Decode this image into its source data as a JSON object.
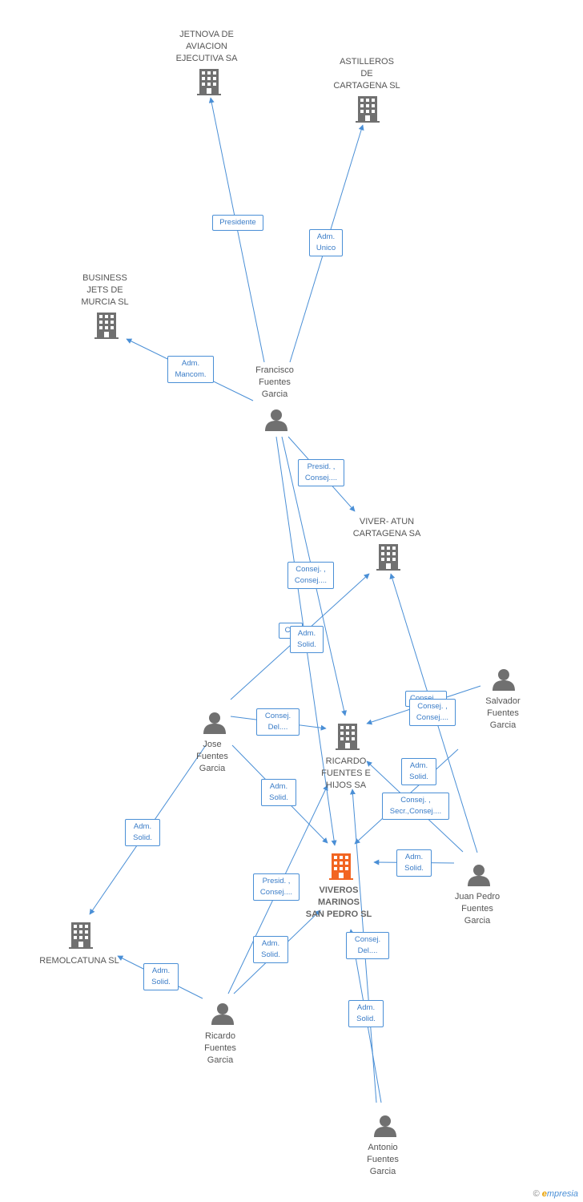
{
  "colors": {
    "edge": "#4a8fd6",
    "icon": "#707070",
    "main_icon": "#f26522"
  },
  "nodes": [
    {
      "id": "jetnova",
      "kind": "company",
      "label": "JETNOVA DE\nAVIACION\nEJECUTIVA SA"
    },
    {
      "id": "astilleros",
      "kind": "company",
      "label": "ASTILLEROS\nDE\nCARTAGENA SL"
    },
    {
      "id": "business",
      "kind": "company",
      "label": "BUSINESS\nJETS DE\nMURCIA SL"
    },
    {
      "id": "francisco",
      "kind": "person",
      "label": "Francisco\nFuentes\nGarcia"
    },
    {
      "id": "viveratun",
      "kind": "company",
      "label": "VIVER- ATUN\nCARTAGENA SA"
    },
    {
      "id": "salvador",
      "kind": "person",
      "label": "Salvador\nFuentes\nGarcia"
    },
    {
      "id": "jose",
      "kind": "person",
      "label": "Jose\nFuentes\nGarcia"
    },
    {
      "id": "ricardofh",
      "kind": "company",
      "label": "RICARDO\nFUENTES E\nHIJOS SA"
    },
    {
      "id": "viveros",
      "kind": "main",
      "label": "VIVEROS\nMARINOS\nSAN PEDRO SL"
    },
    {
      "id": "juanpedro",
      "kind": "person",
      "label": "Juan Pedro\nFuentes\nGarcia"
    },
    {
      "id": "remolcatuna",
      "kind": "company",
      "label": "REMOLCATUNA SL"
    },
    {
      "id": "ricardo",
      "kind": "person",
      "label": "Ricardo\nFuentes\nGarcia"
    },
    {
      "id": "antonio",
      "kind": "person",
      "label": "Antonio\nFuentes\nGarcia"
    }
  ],
  "edge_labels": [
    {
      "id": "e1",
      "text": "Presidente"
    },
    {
      "id": "e2",
      "text": "Adm.\nUnico"
    },
    {
      "id": "e3",
      "text": "Adm.\nMancom."
    },
    {
      "id": "e4",
      "text": "Presid. ,\nConsej...."
    },
    {
      "id": "e5",
      "text": "Consej. ,\nConsej...."
    },
    {
      "id": "e6",
      "text": "C..."
    },
    {
      "id": "e7",
      "text": "Adm.\nSolid."
    },
    {
      "id": "e8",
      "text": "Consej...."
    },
    {
      "id": "e9",
      "text": "Consej. ,\nConsej...."
    },
    {
      "id": "e10",
      "text": "Consej.\nDel...."
    },
    {
      "id": "e11",
      "text": "Adm.\nSolid."
    },
    {
      "id": "e12",
      "text": "Adm.\nSolid."
    },
    {
      "id": "e13",
      "text": "Consej. ,\nSecr.,Consej...."
    },
    {
      "id": "e14",
      "text": "Adm.\nSolid."
    },
    {
      "id": "e15",
      "text": "Adm.\nSolid."
    },
    {
      "id": "e16",
      "text": "Presid. ,\nConsej...."
    },
    {
      "id": "e17",
      "text": "Adm.\nSolid."
    },
    {
      "id": "e18",
      "text": "Consej.\nDel...."
    },
    {
      "id": "e19",
      "text": "Adm.\nSolid."
    },
    {
      "id": "e20",
      "text": "Adm.\nSolid."
    }
  ],
  "footer": {
    "copyright": "©",
    "brand_e": "e",
    "brand_rest": "mpresia"
  }
}
